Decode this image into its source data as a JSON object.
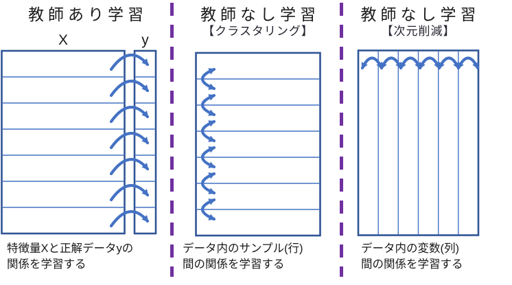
{
  "colors": {
    "table_border": "#2F5496",
    "grid_line": "#4472C4",
    "arrow": "#4472C4",
    "separator": "#7030A0",
    "title_text": "#1a1a1a",
    "subtitle_text": "#242430",
    "caption_text": "#1a1a1a"
  },
  "panels": [
    {
      "title": "教師あり学習",
      "labels": {
        "x": "X",
        "y": "y"
      },
      "caption": "特徴量Xと正解データyの\n関係を学習する"
    },
    {
      "title": "教師なし学習",
      "subtitle": "【クラスタリング】",
      "caption": "データ内のサンプル(行)\n間の関係を学習する"
    },
    {
      "title": "教師なし学習",
      "subtitle": "【次元削減】",
      "caption": "データ内の変数(列)\n間の関係を学習する"
    }
  ]
}
